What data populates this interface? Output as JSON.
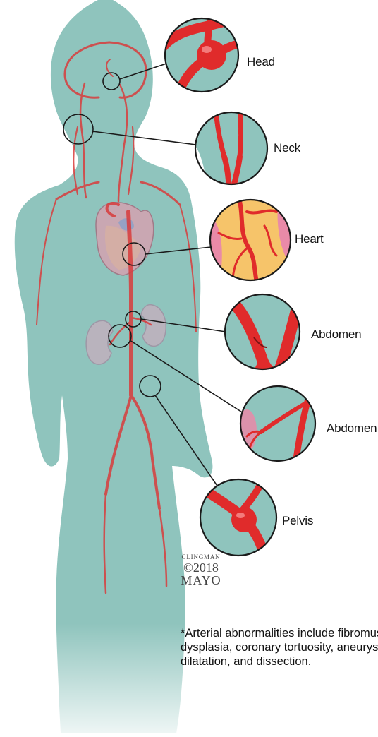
{
  "callouts": {
    "head": "Head",
    "neck": "Neck",
    "heart": "Heart",
    "abdomen_1": "Abdomen",
    "abdomen_2": "Abdomen",
    "pelvis": "Pelvis"
  },
  "credit": {
    "artist": "CLINGMAN",
    "copyright": "©2018",
    "org": "MAYO"
  },
  "footnote": {
    "line1": "*Arterial abnormalities include fibromus",
    "line2": "dysplasia, coronary tortuosity, aneurysr",
    "line3": "dilatation, and dissection."
  },
  "colors": {
    "body": "#8fc4bd",
    "artery": "#e02b2b",
    "outline": "#1a1a1a",
    "heart_yellow": "#f6c46a",
    "heart_pink": "#e98aa8",
    "kidney": "#b9b3bd"
  }
}
